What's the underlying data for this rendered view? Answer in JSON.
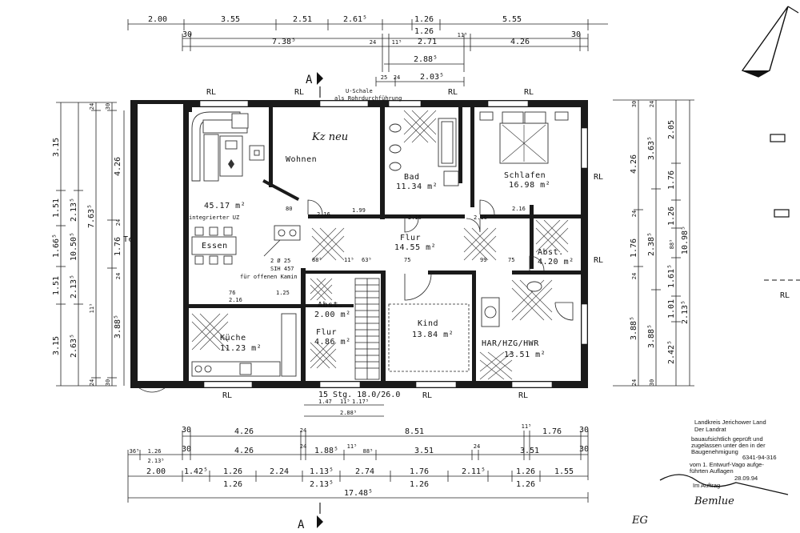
{
  "dims_top": {
    "row1": [
      "2.00",
      "3.55",
      "2.51",
      "2.61⁵",
      "1.26",
      "5.55"
    ],
    "row2": [
      "1.26"
    ],
    "row3": [
      "30",
      "7.38⁵",
      "24",
      "11⁵",
      "2.71",
      "11⁵",
      "4.26",
      "30"
    ],
    "row4": [
      "2.88⁵"
    ],
    "row5": [
      "25",
      "24",
      "2.03⁵"
    ]
  },
  "dims_bottom": {
    "row1": [
      "30",
      "4.26",
      "24",
      "8.51",
      "11⁵",
      "1.76",
      "30"
    ],
    "row2": [
      "36⁵",
      "1.26",
      "2.13⁵",
      "30",
      "4.26",
      "24",
      "1.88⁵",
      "11⁵",
      "88⁵",
      "3.51",
      "24",
      "3.51",
      "30"
    ],
    "row3": [
      "2.00",
      "1.42⁵",
      "1.26",
      "2.24",
      "1.13⁵",
      "2.74",
      "1.76",
      "2.11⁵",
      "1.26",
      "1.55"
    ],
    "row4": [
      "1.26",
      "2.13⁵",
      "1.26",
      "1.26"
    ],
    "total": "17.48⁵",
    "stair_dims": [
      "1.47",
      "11⁵",
      "1.17⁵",
      "2.88⁵"
    ]
  },
  "dims_left": {
    "outer": [
      "3.15",
      "1.51",
      "1.66⁵",
      "1.51",
      "3.15"
    ],
    "mid": [
      "2.13⁵",
      "10.50⁵",
      "2.13⁵",
      "2.63⁵"
    ],
    "inner": [
      "24",
      "30",
      "7.63⁵",
      "11⁵",
      "24",
      "30"
    ],
    "inner2": [
      "4.26",
      "24",
      "1.76",
      "24",
      "3.88⁵"
    ]
  },
  "dims_right": {
    "col1": [
      "4.26",
      "24",
      "1.76",
      "24",
      "3.88⁵"
    ],
    "col2": [
      "3.63⁵",
      "2.38⁵",
      "3.88⁵"
    ],
    "col3": [
      "2.05",
      "1.76",
      "1.26",
      "88⁵",
      "1.61⁵",
      "1.01",
      "2.42⁵"
    ],
    "col4": [
      "10.98⁵",
      "2.13⁵"
    ],
    "ticks": [
      "30",
      "24",
      "24",
      "30"
    ]
  },
  "rooms": {
    "wohnen": {
      "name": "Wohnen",
      "area": "45.17 m²"
    },
    "kz_note": "Kz neu",
    "bad": {
      "name": "Bad",
      "area": "11.34 m²"
    },
    "schlafen": {
      "name": "Schlafen",
      "area": "16.98 m²"
    },
    "flur_main": {
      "name": "Flur",
      "area": "14.55 m²"
    },
    "abst_right": {
      "name": "Abst.",
      "area": "4.20 m²"
    },
    "essen": {
      "name": "Essen"
    },
    "abst_left": {
      "name": "Abst.",
      "area": "2.00 m²"
    },
    "flur_small": {
      "name": "Flur",
      "area": "4.86 m²"
    },
    "kind": {
      "name": "Kind",
      "area": "13.84 m²"
    },
    "har": {
      "name": "HAR/HZG/HWR",
      "area": "13.51 m²"
    },
    "kueche": {
      "name": "Küche",
      "area": "11.23 m²"
    },
    "terrasse": {
      "name": "Terrasse"
    }
  },
  "notes": {
    "schale_1": "U-Schale",
    "schale_2": "als Rohrdurchführung",
    "integ": "integrierter UZ",
    "kamin_1": "2 Ø 25",
    "kamin_2": "SIH 457",
    "kamin_3": "für offenen Kamin",
    "stairs": "15 Stg. 18.0/26.0",
    "section_mark": "A",
    "rl": "RL",
    "floor": "EG"
  },
  "door_dims": [
    "2.16",
    "88⁵",
    "1.99",
    "2.16",
    "2.16",
    "75",
    "80",
    "1.25",
    "76",
    "2.16",
    "1.25",
    "88⁵",
    "11⁵",
    "63⁵",
    "75",
    "99",
    "75",
    "2.16"
  ],
  "stamp": {
    "line1": "Landkreis Jerichower Land",
    "line2": "Der Landrat",
    "line3": "bauaufsichtlich geprüft und",
    "line4": "zugelassen unter den in der",
    "line5": "Baugenehmigung",
    "number": "6341-94-316",
    "line6": "vom 1. Entwurf-Vago aufge-",
    "line7": "führten Auflagen",
    "date": "28.09.94",
    "line8": "Im Auftrag",
    "signature": "Bemlue"
  }
}
